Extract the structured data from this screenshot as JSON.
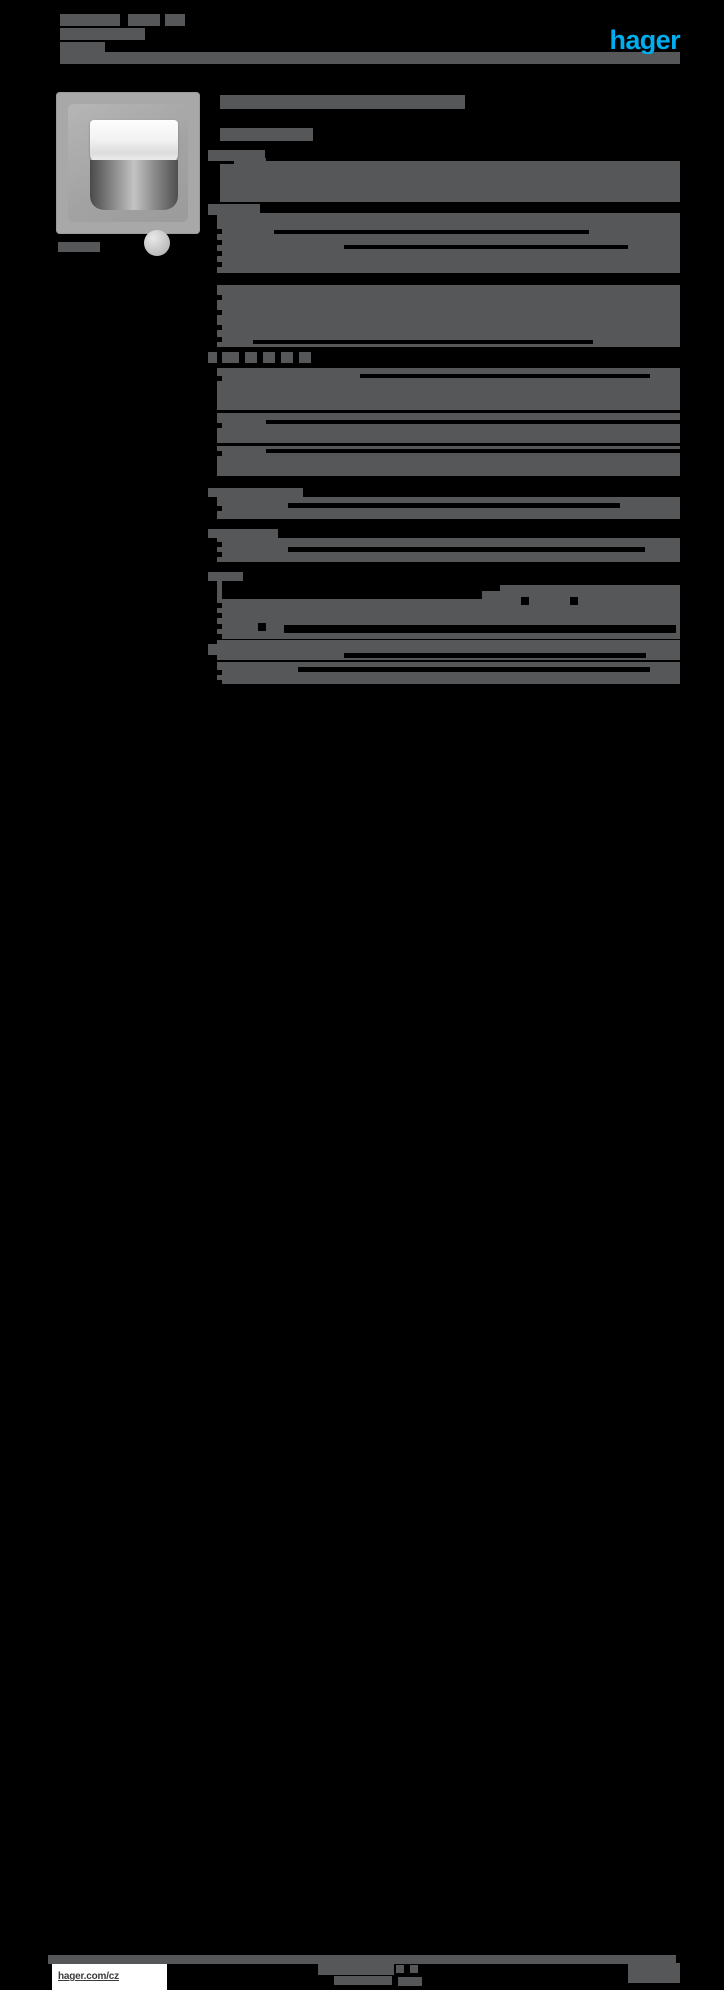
{
  "document": {
    "type": "product-datasheet",
    "brand": "hager",
    "logo_color": "#00AEEF",
    "redaction_color": "#555759",
    "page_background": "#000000",
    "title_redacted": true,
    "note": "All body text on this datasheet page is redacted into solid gray blocks; only the brand logo and the footer URL remain legible."
  },
  "header": {
    "logo_text": "hager",
    "title_lines": [
      "",
      "",
      "",
      "",
      ""
    ],
    "rule": ""
  },
  "product": {
    "caption": "",
    "image_alt": "flush-mounted motion / presence detector with white sensor lens, brushed-metal body and round push button on a light gray square plate",
    "colors": {
      "plate": "#a8a8a8",
      "lens": "#f4f4f4",
      "body": "#8d8d8d",
      "button": "#c9c9c9"
    }
  },
  "main": {
    "page_title": "",
    "page_subtitle": "",
    "sections": [
      {
        "heading": "",
        "rows": [
          {
            "label": "",
            "value": ""
          },
          {
            "label": "",
            "value": ""
          },
          {
            "label": "",
            "value": ""
          },
          {
            "label": "",
            "value": ""
          }
        ]
      },
      {
        "heading": "",
        "rows": [
          {
            "label": "",
            "value": ""
          },
          {
            "label": "",
            "value": ""
          },
          {
            "label": "",
            "value": ""
          },
          {
            "label": "",
            "value": ""
          },
          {
            "label": "",
            "value": ""
          },
          {
            "label": "",
            "value": ""
          },
          {
            "label": "",
            "value": ""
          },
          {
            "label": "",
            "value": ""
          },
          {
            "label": "",
            "value": ""
          }
        ]
      },
      {
        "heading": "",
        "rows": [
          {
            "label": "",
            "value": ""
          },
          {
            "label": "",
            "value": ""
          },
          {
            "label": "",
            "value": ""
          },
          {
            "label": "",
            "value": ""
          },
          {
            "label": "",
            "value": ""
          },
          {
            "label": "",
            "value": ""
          },
          {
            "label": "",
            "value": ""
          }
        ]
      },
      {
        "heading": "",
        "rows": [
          {
            "label": "",
            "value": ""
          },
          {
            "label": "",
            "value": ""
          }
        ]
      },
      {
        "heading": "",
        "rows": [
          {
            "label": "",
            "value": ""
          },
          {
            "label": "",
            "value": ""
          }
        ]
      },
      {
        "heading": "",
        "rows": [
          {
            "label": "",
            "value": ""
          },
          {
            "label": "",
            "value": ""
          },
          {
            "label": "",
            "value": ""
          }
        ]
      },
      {
        "heading": "",
        "rows": [
          {
            "label": "",
            "value": ""
          },
          {
            "label": "",
            "value": ""
          }
        ]
      }
    ]
  },
  "footer": {
    "url": "hager.com/cz",
    "center_text": "",
    "page_number": ""
  }
}
